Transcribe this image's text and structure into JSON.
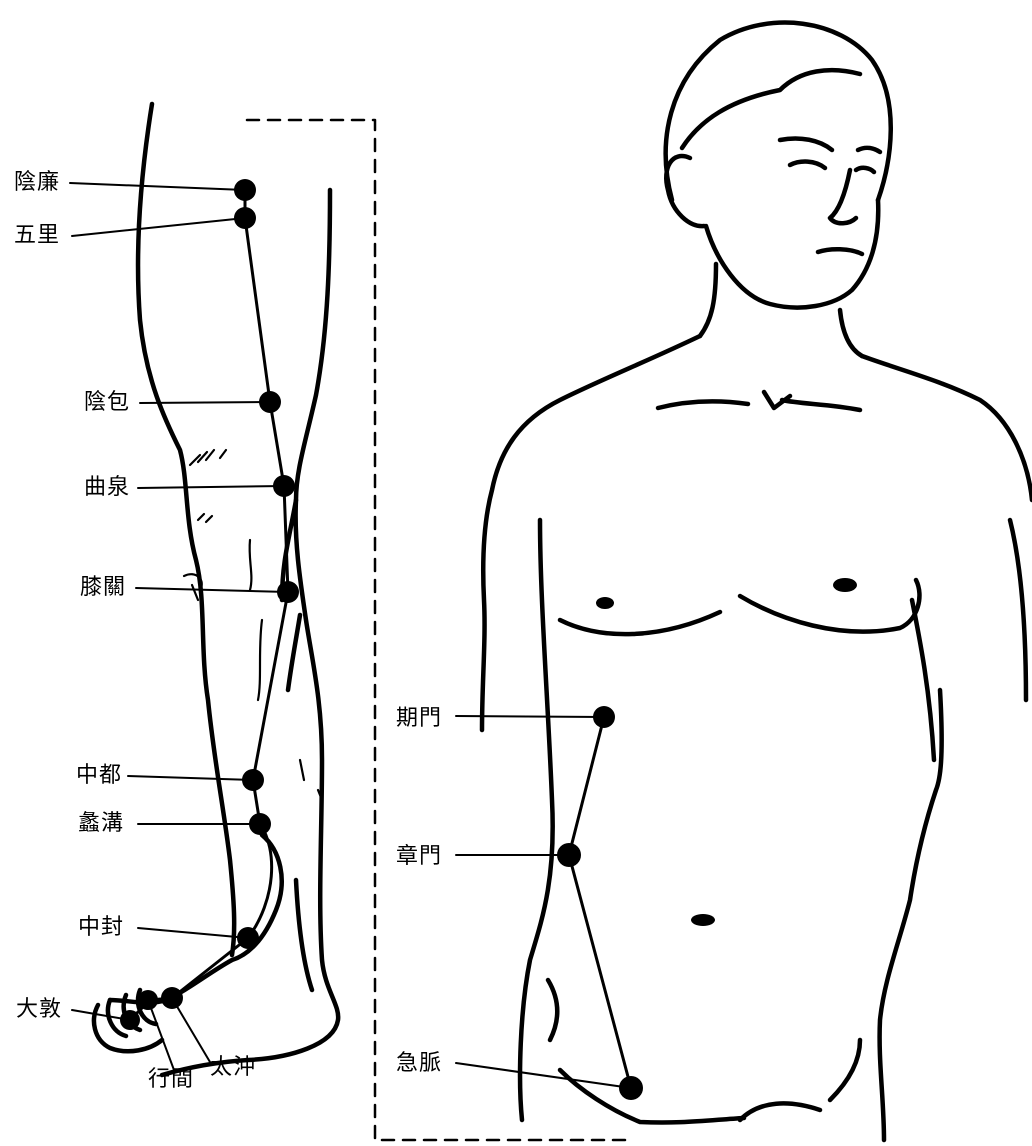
{
  "figure": {
    "leg_points": [
      {
        "id": "yinlian",
        "label": "陰廉"
      },
      {
        "id": "wuli",
        "label": "五里"
      },
      {
        "id": "yinbao",
        "label": "陰包"
      },
      {
        "id": "ququan",
        "label": "曲泉"
      },
      {
        "id": "xiguan",
        "label": "膝關"
      },
      {
        "id": "zhongdu",
        "label": "中都"
      },
      {
        "id": "ligou",
        "label": "蠡溝"
      },
      {
        "id": "zhongfeng",
        "label": "中封"
      },
      {
        "id": "dadun",
        "label": "大敦"
      },
      {
        "id": "xingjian",
        "label": "行間"
      },
      {
        "id": "taichong",
        "label": "太沖"
      }
    ],
    "torso_points": [
      {
        "id": "qimen",
        "label": "期門"
      },
      {
        "id": "zhangmen",
        "label": "章門"
      },
      {
        "id": "jimai",
        "label": "急脈"
      }
    ],
    "colors": {
      "ink": "#000000",
      "background": "#ffffff"
    }
  }
}
